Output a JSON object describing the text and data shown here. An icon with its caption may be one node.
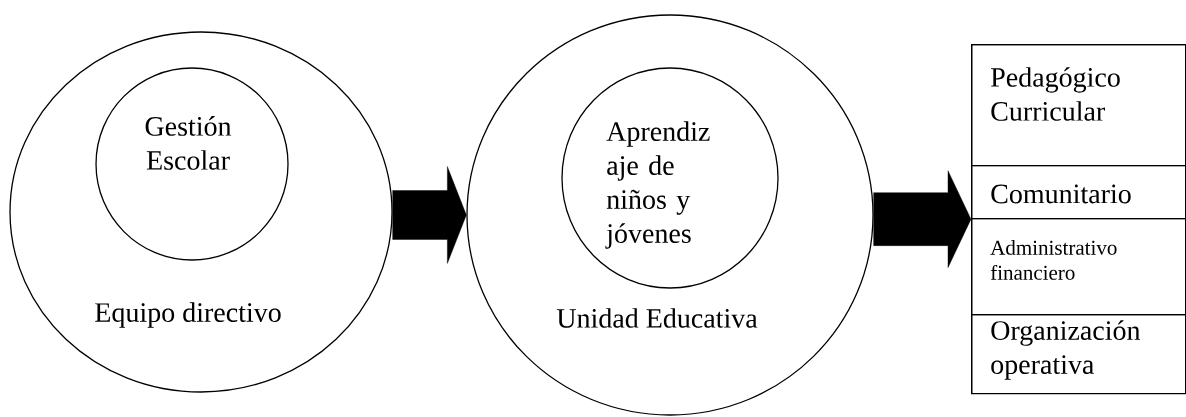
{
  "diagram": {
    "nodes": [
      {
        "text": [
          "Equipo directivo"
        ]
      },
      {
        "text": [
          "Gestión Escolar"
        ],
        "in": 0
      },
      {
        "text": [
          "Unidad Educativa"
        ]
      },
      {
        "text": [
          "Aprendiz aje de niños y jóvenes"
        ],
        "in": 2
      },
      {
        "text": [],
        "shape": "box"
      },
      {
        "text": [
          "Pedagógico Curricular"
        ],
        "in": 4
      },
      {
        "text": [
          "Comunitario"
        ],
        "in": 4
      },
      {
        "text": [
          "Administrativo financiero"
        ],
        "in": 4
      },
      {
        "text": [
          "Organización operativa"
        ],
        "in": 4
      }
    ],
    "edges": [
      {
        "from": 0,
        "to": 2,
        "arrow": "to"
      },
      {
        "from": 2,
        "to": 4,
        "arrow": "to"
      }
    ]
  }
}
